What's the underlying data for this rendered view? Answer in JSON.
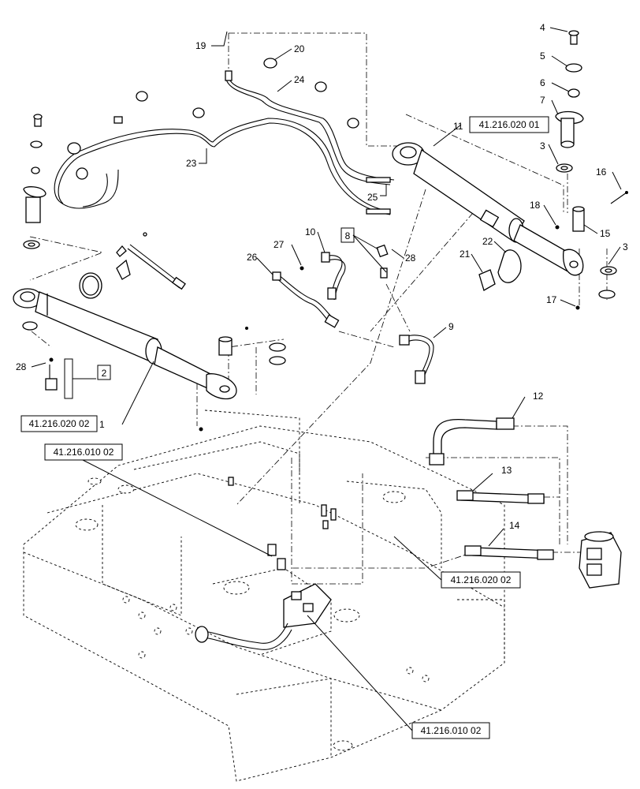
{
  "callouts": {
    "c1": "1",
    "c2": "2",
    "c3a": "3",
    "c3b": "3",
    "c4": "4",
    "c5": "5",
    "c6": "6",
    "c7": "7",
    "c8": "8",
    "c9": "9",
    "c10": "10",
    "c11": "11",
    "c12": "12",
    "c13": "13",
    "c14": "14",
    "c15": "15",
    "c16": "16",
    "c17": "17",
    "c18": "18",
    "c19": "19",
    "c20": "20",
    "c21": "21",
    "c22": "22",
    "c23": "23",
    "c24": "24",
    "c25": "25",
    "c26": "26",
    "c27": "27",
    "c28a": "28",
    "c28b": "28"
  },
  "refs": {
    "ref_top_right": "41.216.020 01",
    "ref_left_cyl": "41.216.020 02",
    "ref_frame_right": "41.216.020 02",
    "ref_valve_top": "41.216.010 02",
    "ref_valve_bottom": "41.216.010 02"
  }
}
